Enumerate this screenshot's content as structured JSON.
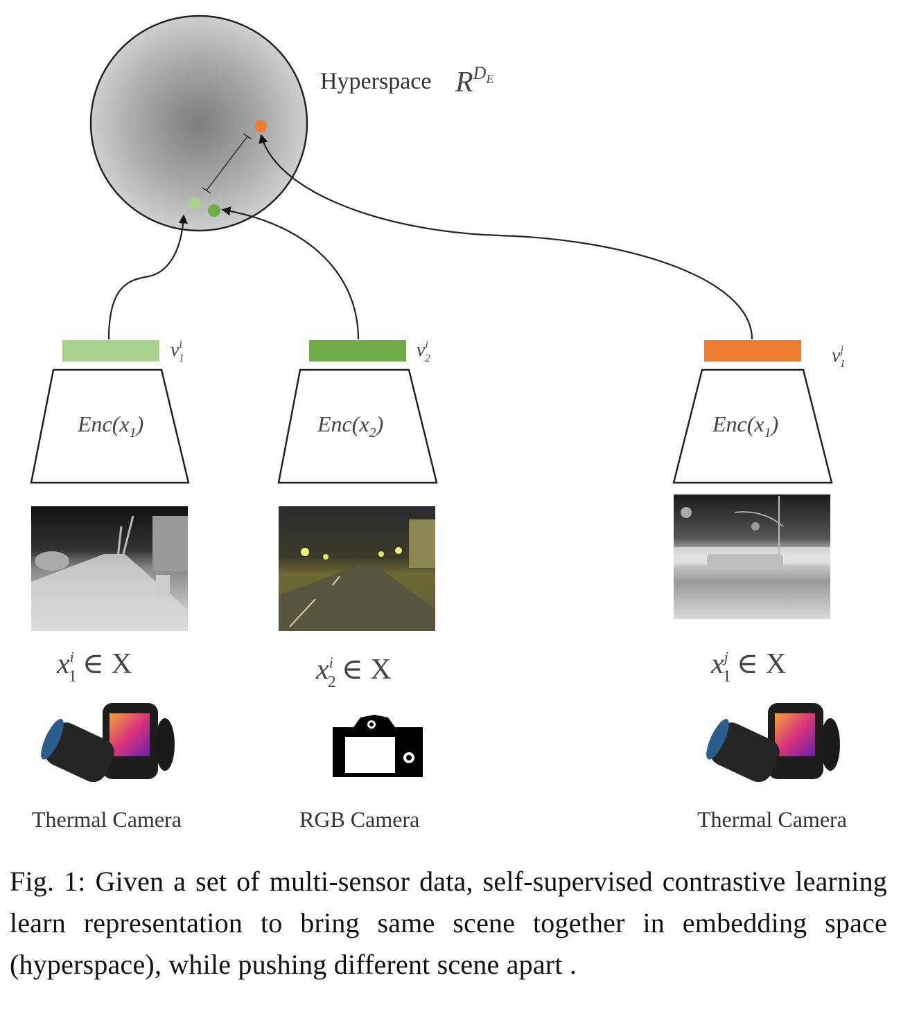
{
  "figure": {
    "hyperspace": {
      "label": "Hyperspace",
      "symbol": "R",
      "superscript": "D",
      "sub_superscript": "E",
      "points": [
        {
          "name": "thermal-embedding-1",
          "color": "#a9d18e"
        },
        {
          "name": "rgb-embedding-2",
          "color": "#70ad47"
        },
        {
          "name": "thermal-embedding-negative",
          "color": "#ed7d31"
        }
      ],
      "distance_marker": "push-apart distance"
    },
    "branches": [
      {
        "vector_label": "v",
        "vector_sub": "1",
        "vector_sup": "i",
        "vector_color": "#a9d18e",
        "encoder_label": "Enc(x",
        "encoder_sub": "1",
        "input_label": "x",
        "input_sub": "1",
        "input_sup": "i",
        "input_set": "∈ X",
        "image": "thermal-street-scene",
        "sensor_icon": "thermal-camera-icon",
        "sensor_label": "Thermal Camera"
      },
      {
        "vector_label": "v",
        "vector_sub": "2",
        "vector_sup": "i",
        "vector_color": "#70ad47",
        "encoder_label": "Enc(x",
        "encoder_sub": "2",
        "input_label": "x",
        "input_sub": "2",
        "input_sup": "i",
        "input_set": "∈ X",
        "image": "rgb-night-street-scene",
        "sensor_icon": "rgb-camera-icon",
        "sensor_label": "RGB Camera"
      },
      {
        "vector_label": "v",
        "vector_sub": "1",
        "vector_sup": "j",
        "vector_color": "#ed7d31",
        "encoder_label": "Enc(x",
        "encoder_sub": "1",
        "input_label": "x",
        "input_sub": "1",
        "input_sup": "j",
        "input_set": "∈ X",
        "image": "thermal-intersection-scene",
        "sensor_icon": "thermal-camera-icon",
        "sensor_label": "Thermal Camera"
      }
    ]
  },
  "caption": {
    "text": "Fig. 1: Given a set of multi-sensor data, self-supervised contrastive learning learn representation to bring same scene together in embedding space (hyperspace), while pushing different scene apart ."
  }
}
